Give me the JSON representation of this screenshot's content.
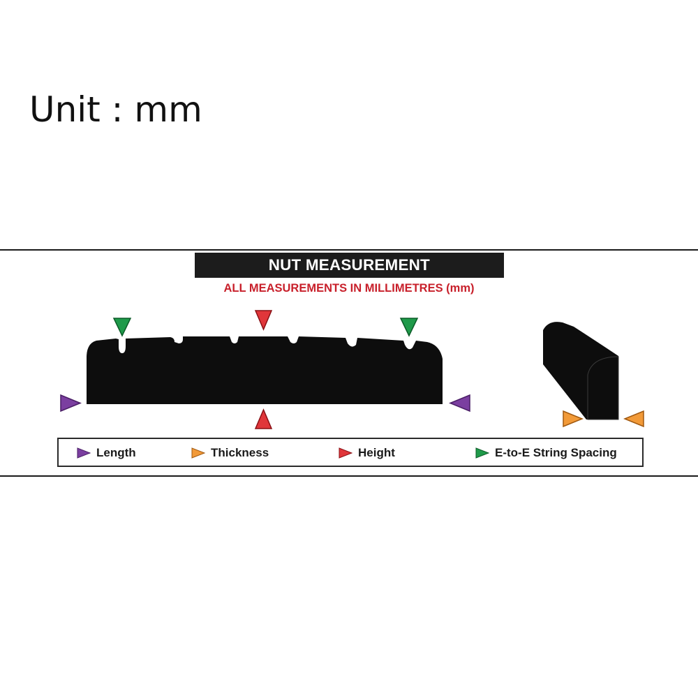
{
  "unit_label": "Unit : mm",
  "header": {
    "title": "NUT MEASUREMENT",
    "subtitle": "ALL MEASUREMENTS IN MILLIMETRES (mm)"
  },
  "legend": [
    {
      "label": "Length",
      "color": "#7b3fa0",
      "icon": "purple-triangle-icon"
    },
    {
      "label": "Thickness",
      "color": "#f29a38",
      "icon": "orange-triangle-icon"
    },
    {
      "label": "Height",
      "color": "#e0363a",
      "icon": "red-triangle-icon"
    },
    {
      "label": "E-to-E String Spacing",
      "color": "#1f9a4a",
      "icon": "green-triangle-icon"
    }
  ],
  "colors": {
    "length": "#7b3fa0",
    "thickness": "#f29a38",
    "height": "#e0363a",
    "spacing": "#1f9a4a",
    "subtitle": "#c8202b",
    "nut": "#0d0d0d"
  }
}
